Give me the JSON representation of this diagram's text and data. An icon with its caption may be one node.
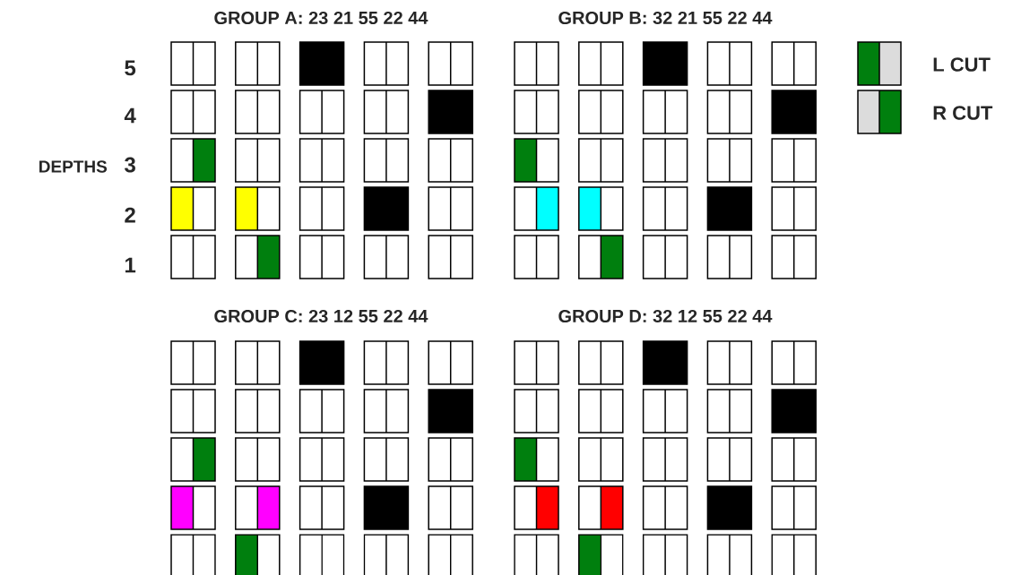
{
  "diagram": {
    "labels": [
      "GROUP A: 23 21 55 22 44",
      "GROUP B: 32 21 55 22 44",
      "5",
      "4",
      "DEPTHS",
      "3",
      "2",
      "1",
      "GROUP C: 23 12 55 22 44",
      "GROUP D: 32 12 55 22 44"
    ],
    "legend": [
      {
        "text": "L CUT"
      },
      {
        "text": "R CUT"
      }
    ]
  }
}
